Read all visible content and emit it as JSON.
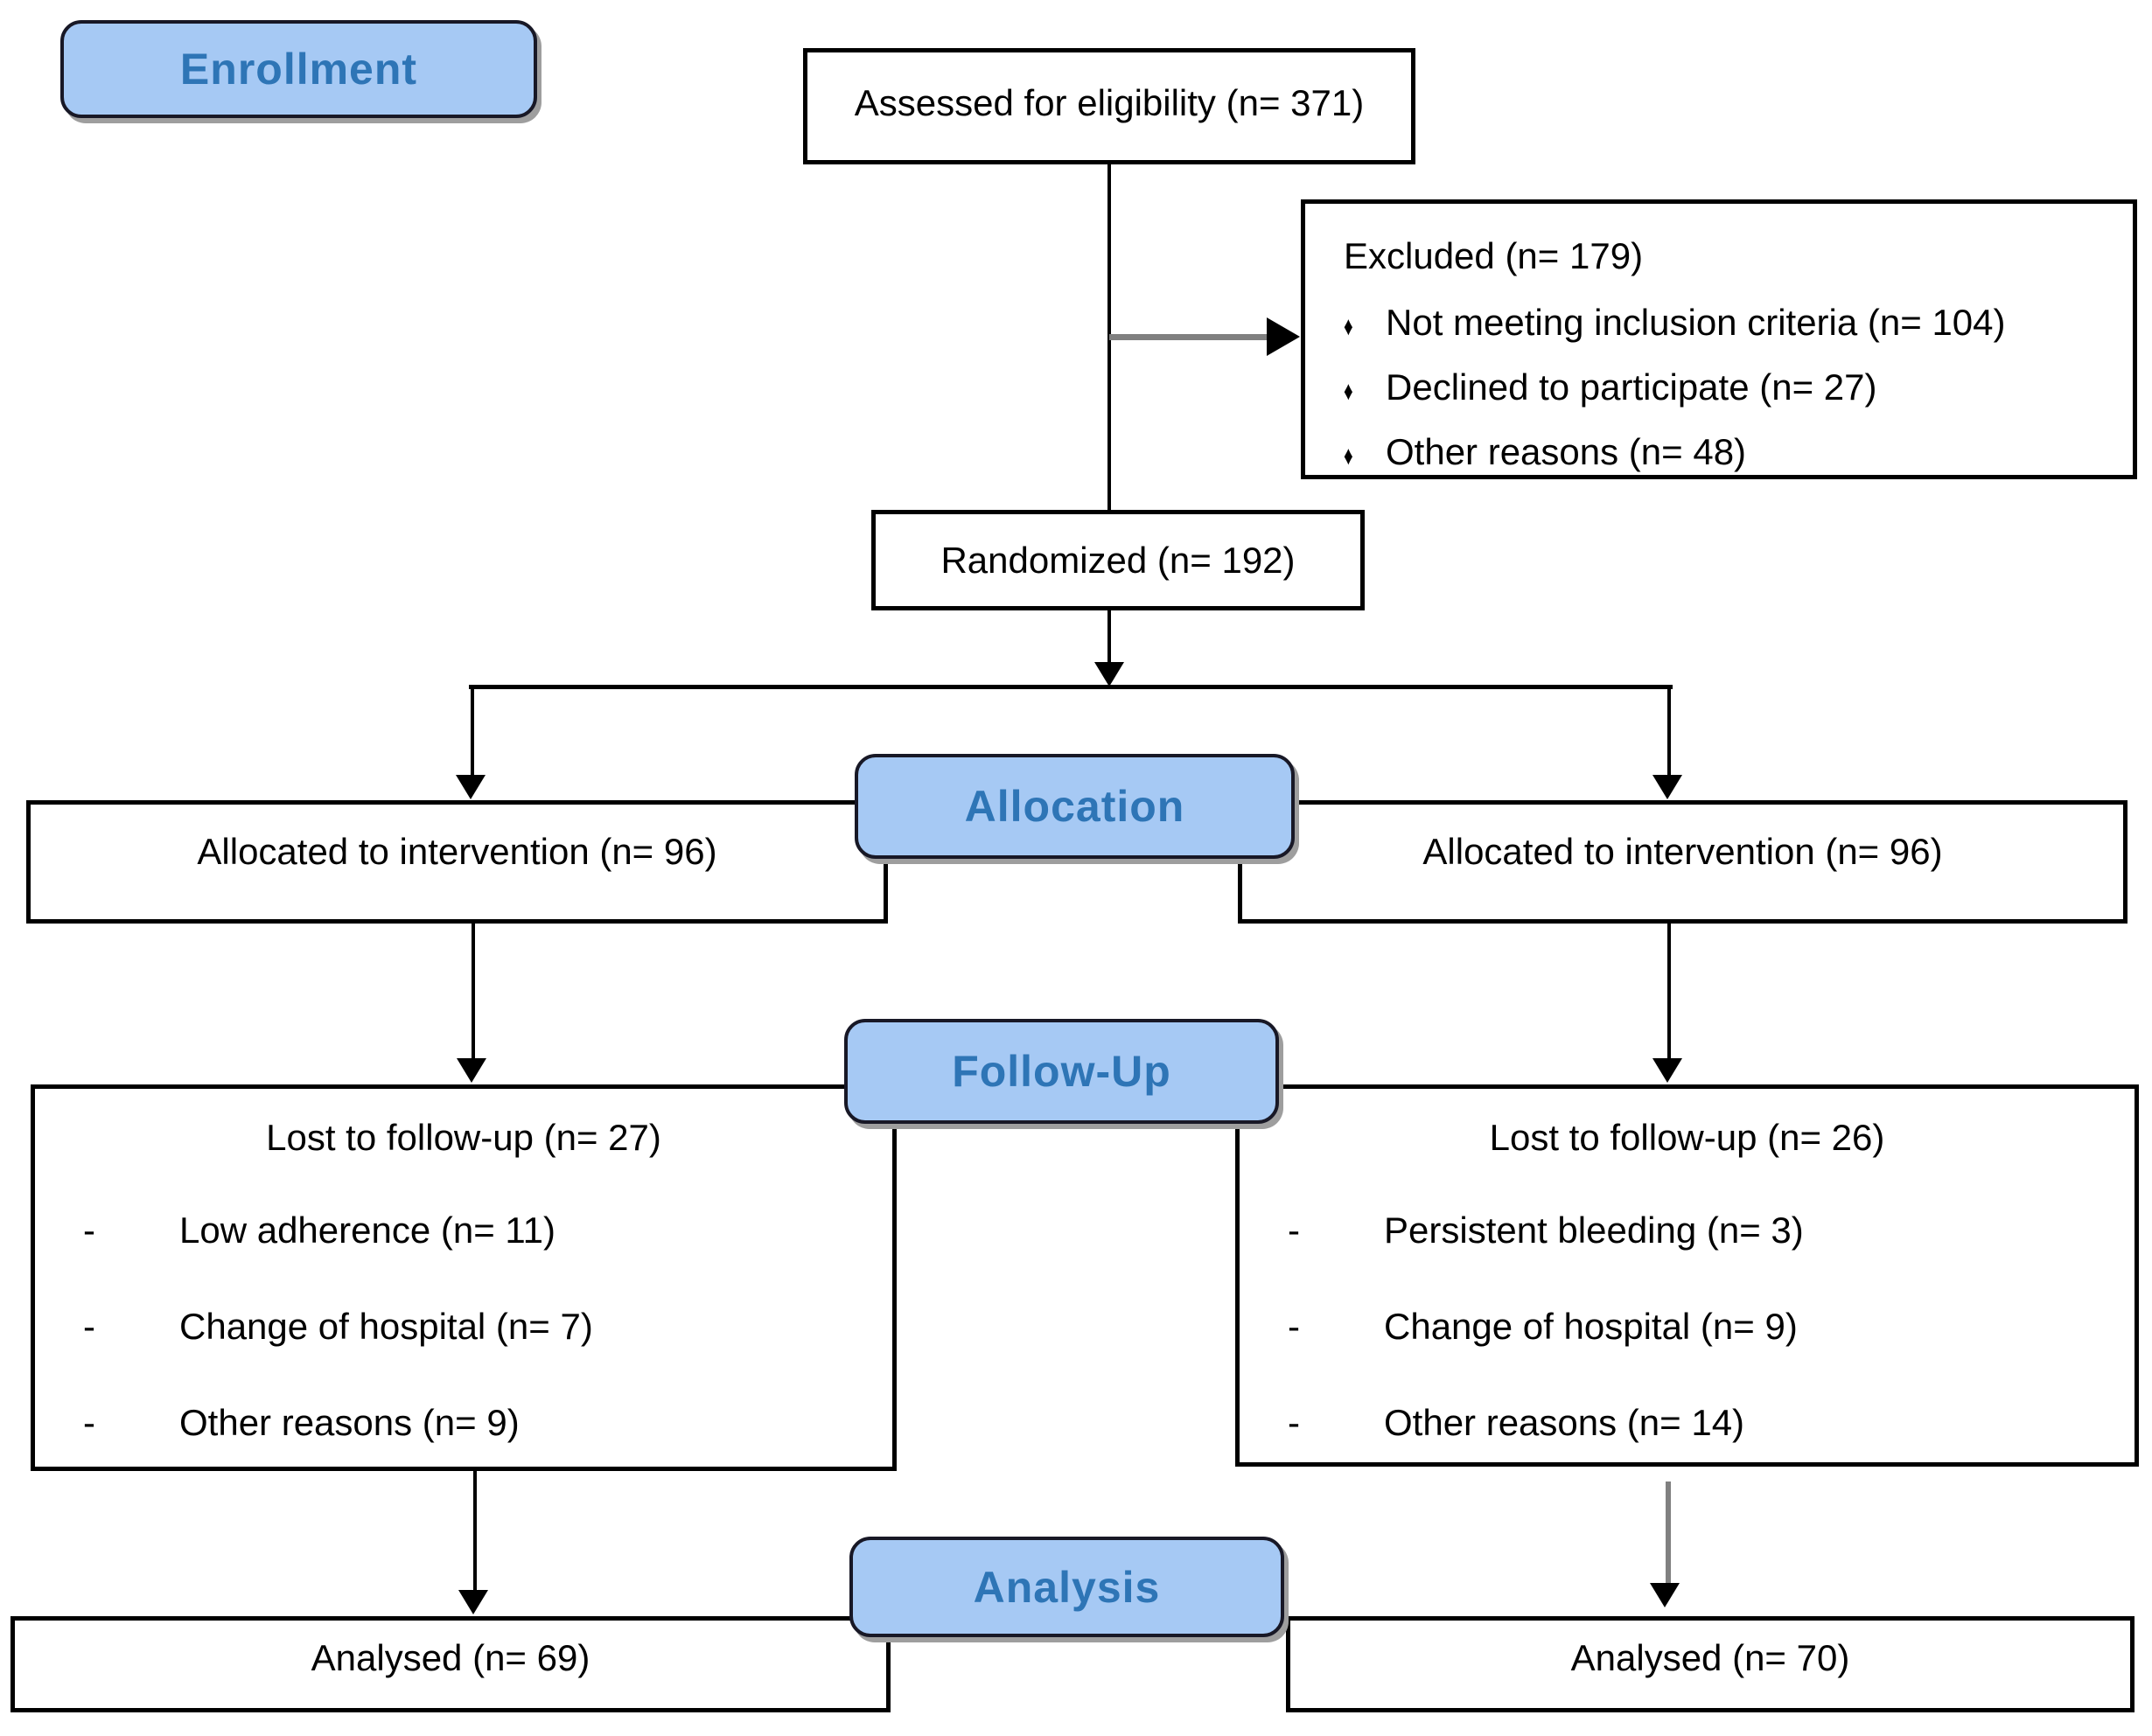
{
  "flow": {
    "title": "CONSORT participant flow diagram",
    "bullet_char": "♦",
    "dash_char": "-",
    "stages": {
      "enrollment": "Enrollment",
      "allocation": "Allocation",
      "followup": "Follow-Up",
      "analysis": "Analysis"
    },
    "assessed": {
      "label": "Assessed for eligibility (n= 371)"
    },
    "excluded": {
      "title": "Excluded (n= 179)",
      "items": [
        "Not meeting inclusion criteria (n= 104)",
        "Declined to participate (n= 27)",
        "Other reasons (n= 48)"
      ]
    },
    "randomized": {
      "label": "Randomized (n= 192)"
    },
    "allocated_left": {
      "label": "Allocated to intervention (n= 96)"
    },
    "allocated_right": {
      "label": "Allocated to intervention (n= 96)"
    },
    "lost_left": {
      "title": "Lost to follow-up (n= 27)",
      "items": [
        "Low adherence (n= 11)",
        "Change of hospital (n= 7)",
        "Other reasons (n= 9)"
      ]
    },
    "lost_right": {
      "title": "Lost to follow-up (n= 26)",
      "items": [
        "Persistent bleeding (n= 3)",
        "Change of hospital (n= 9)",
        "Other reasons (n= 14)"
      ]
    },
    "analysed_left": {
      "label": "Analysed (n= 69)"
    },
    "analysed_right": {
      "label": "Analysed (n= 70)"
    },
    "colors": {
      "stage_fill": "#a6c9f4",
      "stage_text": "#2e75b6",
      "box_border": "#000000",
      "connector": "#000000",
      "connector_gray": "#808080"
    }
  }
}
